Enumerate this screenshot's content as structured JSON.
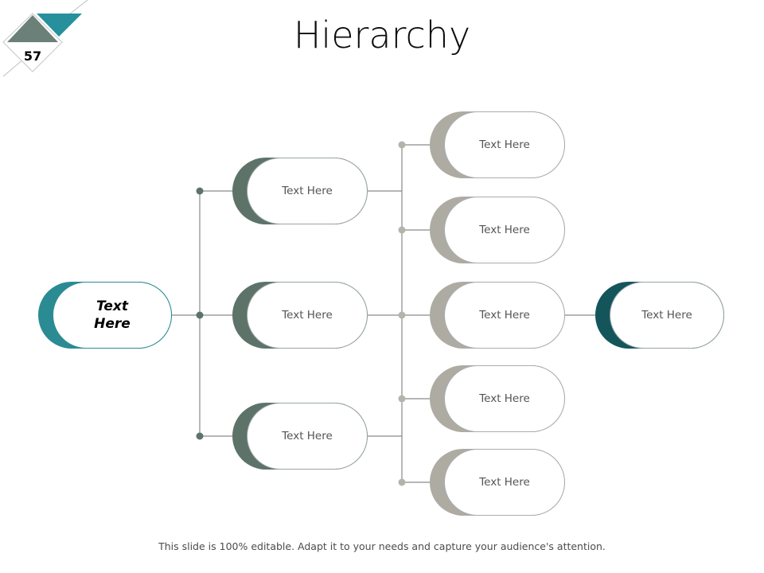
{
  "slide": {
    "number": "57",
    "title": "Hierarchy",
    "footer_note": "This slide is 100% editable. Adapt it to your needs and capture your audience's attention."
  },
  "colors": {
    "teal_accent": "#2b8b93",
    "teal_dark": "#14555c",
    "green_gray": "#5d7369",
    "warm_gray": "#aeaba2",
    "connector_line": "#8a8a8a",
    "node_text": "#545454",
    "title_text": "#0d0d0d"
  },
  "logo": {
    "diamond_icon": "diamond-badge-icon",
    "triangle_icon": "teal-triangle-icon",
    "badge_label": "57"
  },
  "diagram": {
    "type": "hierarchy-tree",
    "root": {
      "label": "Text\nHere"
    },
    "level1": [
      {
        "label": "Text Here"
      },
      {
        "label": "Text Here"
      },
      {
        "label": "Text Here"
      }
    ],
    "level2": [
      {
        "label": "Text Here"
      },
      {
        "label": "Text Here"
      },
      {
        "label": "Text Here"
      },
      {
        "label": "Text Here"
      },
      {
        "label": "Text Here"
      }
    ],
    "level3": [
      {
        "label": "Text Here"
      }
    ]
  }
}
